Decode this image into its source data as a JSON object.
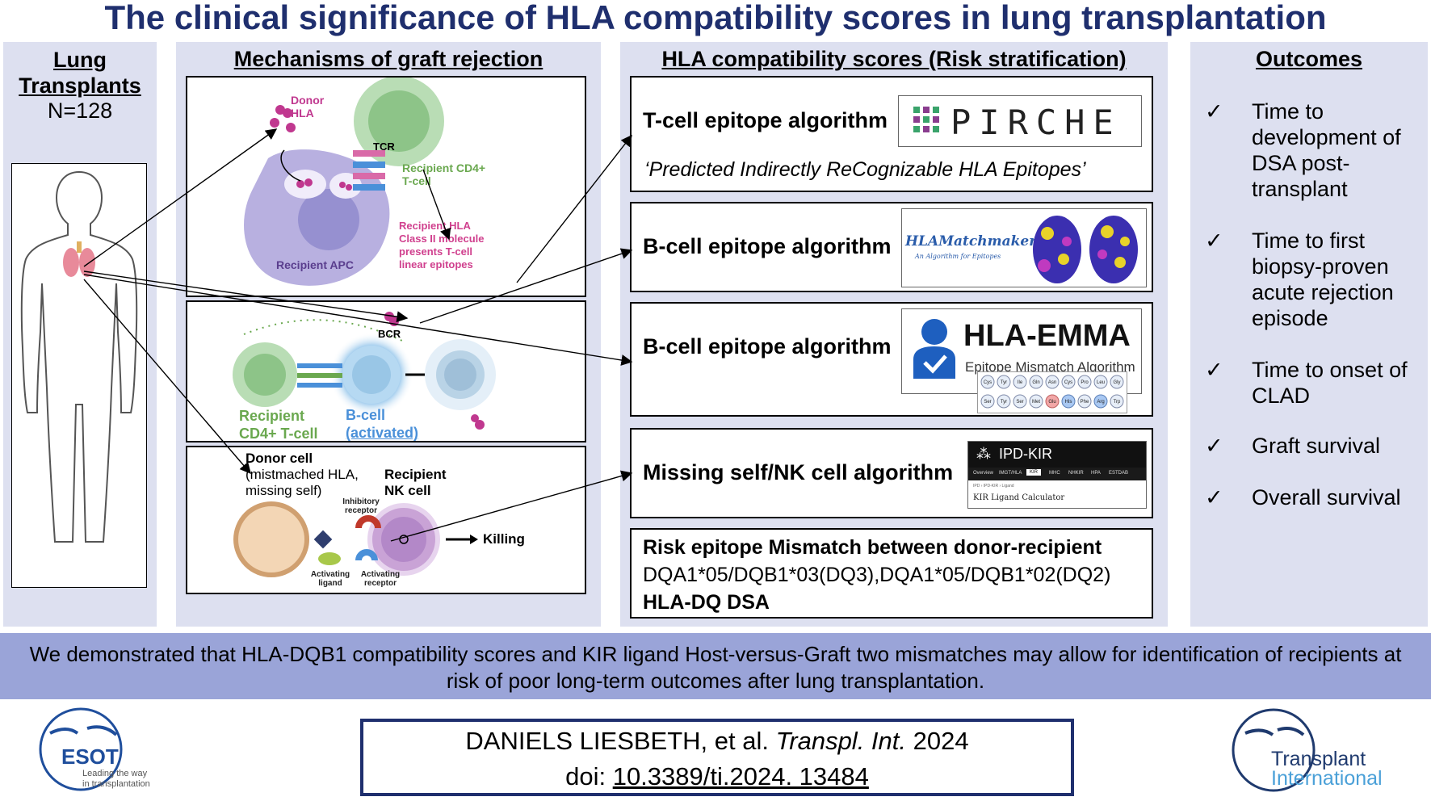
{
  "title": "The clinical significance of HLA compatibility scores in lung transplantation",
  "left_panel": {
    "heading": "Lung Transplants",
    "count": "N=128"
  },
  "mechanisms": {
    "heading": "Mechanisms of graft rejection",
    "top": {
      "donor_hla": "Donor HLA",
      "tcr": "TCR",
      "recipient_cd4": "Recipient CD4+ T-cell",
      "recipient_hla": "Recipient HLA Class II molecule presents T-cell linear epitopes",
      "recipient_apc": "Recipient APC"
    },
    "middle": {
      "bcr": "BCR",
      "recipient_cd4": "Recipient CD4+ T-cell",
      "bcell": "B-cell",
      "activated": "(activated)"
    },
    "bottom": {
      "donor_cell": "Donor cell",
      "donor_desc": "(mistmached HLA, missing self)",
      "recipient_nk": "Recipient NK cell",
      "inhibitory": "Inhibitory receptor",
      "activating_ligand": "Activating ligand",
      "activating_receptor": "Activating receptor",
      "killing": "Killing"
    }
  },
  "scores": {
    "heading": "HLA compatibility scores (Risk stratification)",
    "pirche": {
      "algorithm": "T-cell epitope algorithm",
      "logo": "PIRCHE",
      "subtitle": "‘Predicted Indirectly ReCognizable HLA Epitopes’"
    },
    "hlamatchmaker": {
      "algorithm": "B-cell epitope algorithm",
      "logo": "HLAMatchmaker",
      "tagline": "An Algorithm for Epitopes"
    },
    "emma": {
      "algorithm": "B-cell epitope algorithm",
      "logo": "HLA-EMMA",
      "tagline": "Epitope Mismatch Algorithm",
      "row1": [
        "Cys",
        "Tyr",
        "Ile",
        "Gln",
        "Asn",
        "Cys",
        "Pro",
        "Leu",
        "Gly"
      ],
      "row2": [
        "Ser",
        "Tyr",
        "Ser",
        "Met",
        "Glu",
        "His",
        "Phe",
        "Arg",
        "Trp"
      ]
    },
    "ipdkir": {
      "algorithm": "Missing self/NK cell algorithm",
      "logo": "IPD-KIR",
      "nav": [
        "Overview",
        "IMGT/HLA",
        "KIR",
        "MHC",
        "NHKIR",
        "HPA",
        "ESTDAB"
      ],
      "crumb": "IPD › IPD-KIR › Ligand",
      "calculator": "KIR Ligand Calculator"
    },
    "risk": {
      "title": "Risk epitope Mismatch between donor-recipient",
      "line": "DQA1*05/DQB1*03(DQ3),DQA1*05/DQB1*02(DQ2)",
      "dsa": "HLA-DQ DSA"
    }
  },
  "outcomes": {
    "heading": "Outcomes",
    "check": "✓",
    "items": [
      "Time to development of DSA post-transplant",
      "Time to first biopsy-proven acute rejection episode",
      "Time to onset of CLAD",
      "Graft survival",
      "Overall survival"
    ]
  },
  "conclusion": "We demonstrated that HLA-DQB1 compatibility scores and KIR ligand Host-versus-Graft two mismatches may allow for identification of recipients at risk of poor long-term outcomes after lung transplantation.",
  "citation": {
    "authors": "DANIELS LIESBETH, et al.",
    "journal": "Transpl. Int.",
    "year": "2024",
    "doi_label": "doi:",
    "doi": "10.3389/ti.2024. 13484"
  },
  "logos": {
    "esot": "ESOT",
    "esot_tag1": "Leading the way",
    "esot_tag2": "in transplantation",
    "ti1": "Transplant",
    "ti2": "International"
  },
  "colors": {
    "title": "#1f2f6e",
    "panel": "#dde0f0",
    "banner": "#9aa4d8",
    "magenta": "#c0388f",
    "green": "#6aa84f",
    "blue": "#4a90d9"
  }
}
